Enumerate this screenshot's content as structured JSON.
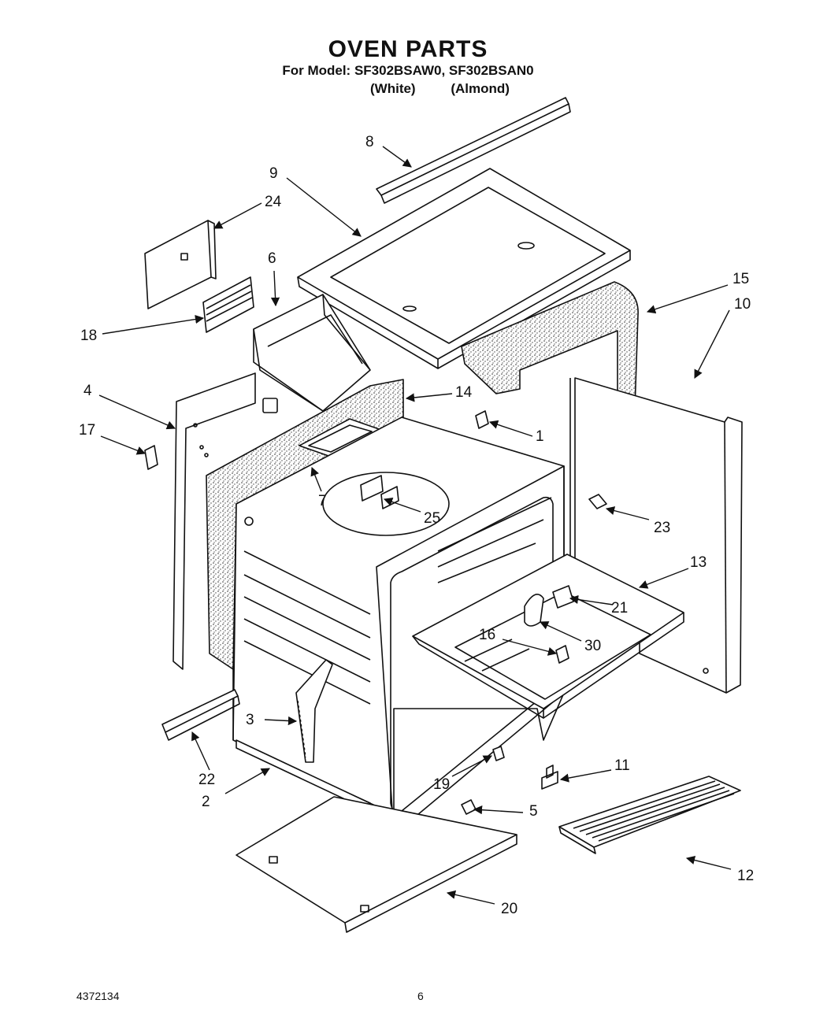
{
  "header": {
    "title": "OVEN PARTS",
    "model_line": "For Model: SF302BSAW0, SF302BSAN0",
    "color_white": "(White)",
    "color_almond": "(Almond)"
  },
  "callouts": [
    "8",
    "9",
    "24",
    "6",
    "15",
    "10",
    "18",
    "4",
    "14",
    "17",
    "1",
    "7",
    "25",
    "23",
    "13",
    "21",
    "30",
    "16",
    "3",
    "11",
    "22",
    "19",
    "2",
    "5",
    "12",
    "20"
  ],
  "footer": {
    "doc_number": "4372134",
    "page_number": "6"
  }
}
